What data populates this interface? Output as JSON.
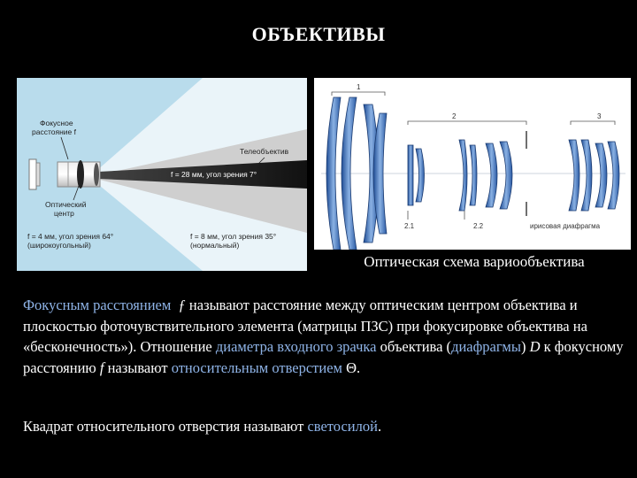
{
  "title": "ОБЪЕКТИВЫ",
  "left_figure": {
    "focal_length_label_line1": "Фокусное",
    "focal_length_label_line2": "расстояние f",
    "telephoto_label": "Телеобъектив",
    "telephoto_value": "f = 28 мм, угол зрения 7°",
    "optical_center_line1": "Оптический",
    "optical_center_line2": "центр",
    "wide_value": "f = 4 мм, угол зрения 64°",
    "wide_name": "(широкоугольный)",
    "normal_value": "f = 8 мм, угол зрения 35°",
    "normal_name": "(нормальный)"
  },
  "right_figure": {
    "group_labels": [
      "1",
      "2",
      "3"
    ],
    "subgroup_labels": [
      "2.1",
      "2.2"
    ],
    "iris_label": "ирисовая диафрагма",
    "caption": "Оптическая схема вариообъектива"
  },
  "text": {
    "p1_a": "Фокусным расстоянием",
    "p1_f": "ƒ",
    "p1_b": " называют расстояние между оптическим центром объектива и плоскостью фоточувствительного элемента (матрицы ПЗС) при фокусировке объектива на «бесконечность»). Отношение ",
    "p1_c": "диаметра входного зрачка",
    "p1_d": " объектива (",
    "p1_e": "диафрагмы",
    "p1_g": ") ",
    "p1_D": "D",
    "p1_h": " к фокусному расстоянию ",
    "p1_f2": "f",
    "p1_i": " называют ",
    "p1_j": "относительным отверстием",
    "p1_k": " Θ.",
    "p2_a": "Квадрат относительного отверстия называют ",
    "p2_b": "светосилой",
    "p2_c": "."
  },
  "colors": {
    "highlight": "#8fb4e8",
    "diagram_bg": "#b9dcec",
    "lens_blue": "#3e6fb6"
  }
}
